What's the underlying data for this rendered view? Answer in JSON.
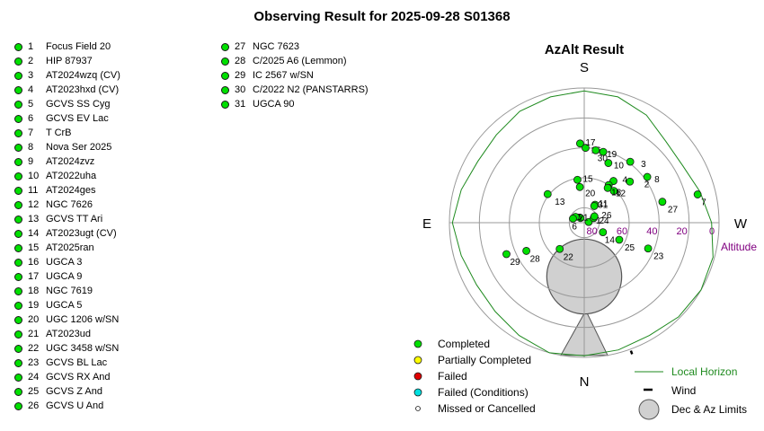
{
  "page": {
    "title": "Observing Result for 2025-09-28 S01368"
  },
  "colors": {
    "completed": "#00e000",
    "partial": "#ffff00",
    "failed": "#e00000",
    "failed_conditions": "#00e0e0",
    "horizon": "#1e8a1e",
    "limits_fill": "#d0d0d0",
    "altitude_label": "#800080"
  },
  "targets": [
    {
      "n": "1",
      "name": "Focus Field 20",
      "status": "completed"
    },
    {
      "n": "2",
      "name": "HIP 87937",
      "status": "completed"
    },
    {
      "n": "3",
      "name": "AT2024wzq (CV)",
      "status": "completed"
    },
    {
      "n": "4",
      "name": "AT2023hxd (CV)",
      "status": "completed"
    },
    {
      "n": "5",
      "name": "GCVS SS Cyg",
      "status": "completed"
    },
    {
      "n": "6",
      "name": "GCVS EV Lac",
      "status": "completed"
    },
    {
      "n": "7",
      "name": "T CrB",
      "status": "completed"
    },
    {
      "n": "8",
      "name": "Nova Ser 2025",
      "status": "completed"
    },
    {
      "n": "9",
      "name": "AT2024zvz",
      "status": "completed"
    },
    {
      "n": "10",
      "name": "AT2022uha",
      "status": "completed"
    },
    {
      "n": "11",
      "name": "AT2024ges",
      "status": "completed"
    },
    {
      "n": "12",
      "name": "NGC 7626",
      "status": "completed"
    },
    {
      "n": "13",
      "name": "GCVS TT Ari",
      "status": "completed"
    },
    {
      "n": "14",
      "name": "AT2023ugt (CV)",
      "status": "completed"
    },
    {
      "n": "15",
      "name": "AT2025ran",
      "status": "completed"
    },
    {
      "n": "16",
      "name": "UGCA 3",
      "status": "completed"
    },
    {
      "n": "17",
      "name": "UGCA 9",
      "status": "completed"
    },
    {
      "n": "18",
      "name": "NGC 7619",
      "status": "completed"
    },
    {
      "n": "19",
      "name": "UGCA 5",
      "status": "completed"
    },
    {
      "n": "20",
      "name": "UGC 1206 w/SN",
      "status": "completed"
    },
    {
      "n": "21",
      "name": "AT2023ud",
      "status": "completed"
    },
    {
      "n": "22",
      "name": "UGC 3458 w/SN",
      "status": "completed"
    },
    {
      "n": "23",
      "name": "GCVS BL Lac",
      "status": "completed"
    },
    {
      "n": "24",
      "name": "GCVS RX And",
      "status": "completed"
    },
    {
      "n": "25",
      "name": "GCVS Z And",
      "status": "completed"
    },
    {
      "n": "26",
      "name": "GCVS U And",
      "status": "completed"
    },
    {
      "n": "27",
      "name": "NGC 7623",
      "status": "completed"
    },
    {
      "n": "28",
      "name": "C/2025 A6 (Lemmon)",
      "status": "completed"
    },
    {
      "n": "29",
      "name": "IC 2567 w/SN",
      "status": "completed"
    },
    {
      "n": "30",
      "name": "C/2022 N2 (PANSTARRS)",
      "status": "completed"
    },
    {
      "n": "31",
      "name": "UGCA 90",
      "status": "completed"
    }
  ],
  "chart_data": {
    "type": "scatter",
    "projection": "polar-azalt",
    "title": "AzAlt Result",
    "cardinals": {
      "top": "S",
      "bottom": "N",
      "left": "E",
      "right": "W"
    },
    "altitude_rings": [
      0,
      20,
      40,
      60,
      80
    ],
    "altitude_tick_labels": [
      "80",
      "60",
      "40",
      "20",
      "0"
    ],
    "altitude_axis_label": "Altitude",
    "points": [
      {
        "id": "1",
        "az": 261,
        "alt": 87,
        "status": "completed"
      },
      {
        "id": "2",
        "az": 228,
        "alt": 49,
        "status": "completed"
      },
      {
        "id": "3",
        "az": 217,
        "alt": 39,
        "status": "completed"
      },
      {
        "id": "4",
        "az": 215,
        "alt": 56,
        "status": "completed"
      },
      {
        "id": "5",
        "az": 141,
        "alt": 86,
        "status": "completed"
      },
      {
        "id": "6",
        "az": 124,
        "alt": 83,
        "status": "completed"
      },
      {
        "id": "7",
        "az": 256,
        "alt": 12,
        "status": "completed"
      },
      {
        "id": "8",
        "az": 234,
        "alt": 38,
        "status": "completed"
      },
      {
        "id": "9",
        "az": 213,
        "alt": 60,
        "status": "completed"
      },
      {
        "id": "10",
        "az": 202,
        "alt": 47,
        "status": "completed"
      },
      {
        "id": "11",
        "az": 211,
        "alt": 76,
        "status": "completed"
      },
      {
        "id": "12",
        "az": 223,
        "alt": 61,
        "status": "completed"
      },
      {
        "id": "13",
        "az": 128,
        "alt": 59,
        "status": "completed"
      },
      {
        "id": "14",
        "az": 297,
        "alt": 76,
        "status": "completed"
      },
      {
        "id": "15",
        "az": 171,
        "alt": 61,
        "status": "completed"
      },
      {
        "id": "16",
        "az": 181,
        "alt": 40,
        "status": "completed"
      },
      {
        "id": "17",
        "az": 177,
        "alt": 37,
        "status": "completed"
      },
      {
        "id": "18",
        "az": 214,
        "alt": 62,
        "status": "completed"
      },
      {
        "id": "19",
        "az": 195,
        "alt": 41,
        "status": "completed"
      },
      {
        "id": "20",
        "az": 173,
        "alt": 66,
        "status": "completed"
      },
      {
        "id": "21",
        "az": 110,
        "alt": 82,
        "status": "completed"
      },
      {
        "id": "22",
        "az": 43,
        "alt": 66,
        "status": "completed"
      },
      {
        "id": "23",
        "az": 292,
        "alt": 44,
        "status": "completed"
      },
      {
        "id": "24",
        "az": 244,
        "alt": 83,
        "status": "completed"
      },
      {
        "id": "25",
        "az": 296,
        "alt": 64,
        "status": "completed"
      },
      {
        "id": "26",
        "az": 238,
        "alt": 82,
        "status": "completed"
      },
      {
        "id": "27",
        "az": 255,
        "alt": 36,
        "status": "completed"
      },
      {
        "id": "28",
        "az": 64,
        "alt": 47,
        "status": "completed"
      },
      {
        "id": "29",
        "az": 68,
        "alt": 34,
        "status": "completed"
      },
      {
        "id": "30",
        "az": 189,
        "alt": 41,
        "status": "completed"
      },
      {
        "id": "31",
        "az": 211,
        "alt": 77,
        "status": "completed"
      }
    ],
    "local_horizon": [
      {
        "az": 0,
        "alt": 1
      },
      {
        "az": 15,
        "alt": 0
      },
      {
        "az": 30,
        "alt": 3
      },
      {
        "az": 45,
        "alt": 6
      },
      {
        "az": 60,
        "alt": 7
      },
      {
        "az": 75,
        "alt": 5
      },
      {
        "az": 90,
        "alt": 2
      },
      {
        "az": 105,
        "alt": 5
      },
      {
        "az": 120,
        "alt": 8
      },
      {
        "az": 135,
        "alt": 7
      },
      {
        "az": 150,
        "alt": 4
      },
      {
        "az": 165,
        "alt": 3
      },
      {
        "az": 180,
        "alt": 2
      },
      {
        "az": 195,
        "alt": 3
      },
      {
        "az": 210,
        "alt": 7
      },
      {
        "az": 225,
        "alt": 13
      },
      {
        "az": 240,
        "alt": 14
      },
      {
        "az": 255,
        "alt": 10
      },
      {
        "az": 270,
        "alt": 5
      },
      {
        "az": 285,
        "alt": 1
      },
      {
        "az": 300,
        "alt": 0
      },
      {
        "az": 315,
        "alt": 1
      },
      {
        "az": 330,
        "alt": 3
      },
      {
        "az": 345,
        "alt": 2
      },
      {
        "az": 360,
        "alt": 1
      }
    ],
    "limits": {
      "dec_circle": {
        "az": 0,
        "alt": 54,
        "radius_alt": 25
      },
      "az_wedge": {
        "az_from": 350,
        "az_to": 10
      }
    },
    "wind": {
      "az": 340
    },
    "legend": {
      "status": [
        {
          "label": "Completed",
          "color": "#00e000"
        },
        {
          "label": "Partially Completed",
          "color": "#ffff00"
        },
        {
          "label": "Failed",
          "color": "#e00000"
        },
        {
          "label": "Failed (Conditions)",
          "color": "#00e0e0"
        },
        {
          "label": "Missed or Cancelled",
          "color": "#ffffff"
        }
      ],
      "horizon_label": "Local Horizon",
      "wind_label": "Wind",
      "limits_label": "Dec & Az Limits"
    }
  }
}
